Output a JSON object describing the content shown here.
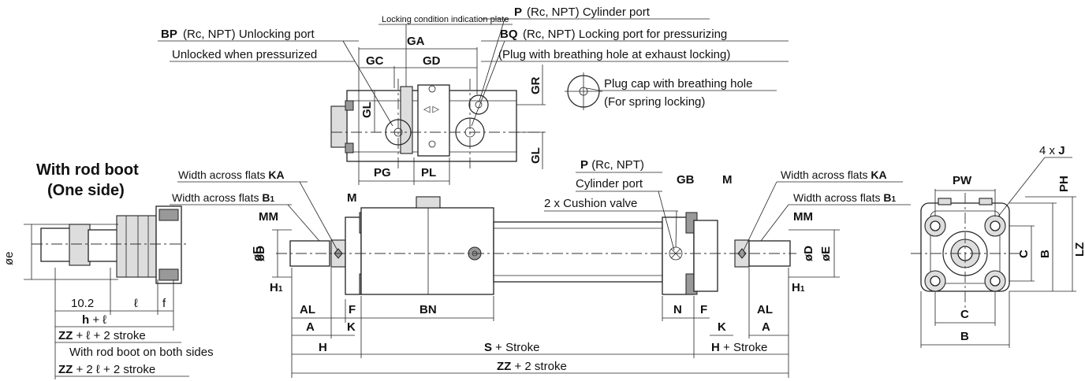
{
  "notes": {
    "bp": "(Rc, NPT) Unlocking port",
    "bp_code": "BP",
    "unlocked": "Unlocked when pressurized",
    "plate": "Locking condition indication plate",
    "p_top_code": "P",
    "p_top": "(Rc, NPT) Cylinder port",
    "bq_code": "BQ",
    "bq": "(Rc, NPT) Locking port for pressurizing",
    "plug_breath": "(Plug with breathing hole at exhaust locking)",
    "plug_cap": "Plug cap with breathing hole",
    "spring_lock": "(For spring locking)",
    "p_side_code": "P",
    "p_side": "(Rc, NPT)",
    "cyl_port": "Cylinder port",
    "cushion": "2 x Cushion valve",
    "waf_ka": "Width across flats",
    "waf_b1": "Width across flats",
    "rod_boot_1": "With rod boot",
    "rod_boot_2": "(One side)",
    "both_sides": "With rod boot on both sides"
  },
  "dims": {
    "GA": "GA",
    "GC": "GC",
    "GD": "GD",
    "GR": "GR",
    "GL": "GL",
    "PG": "PG",
    "PL": "PL",
    "KA": "KA",
    "B1": "B",
    "B1_sub": "1",
    "MM": "MM",
    "M": "M",
    "GB": "GB",
    "E": "øE",
    "D": "øD",
    "H1": "H",
    "H1_sub": "1",
    "AL": "AL",
    "A": "A",
    "F": "F",
    "K": "K",
    "H": "H",
    "BN": "BN",
    "N": "N",
    "S": "S",
    "S_rest": " + Stroke",
    "H_stroke": " + Stroke",
    "ZZ": "ZZ",
    "ZZ_rest": " + 2 stroke",
    "PW": "PW",
    "PH": "PH",
    "J_pre": "4 x ",
    "J": "J",
    "C": "C",
    "B": "B",
    "LZ": "LZ",
    "e": "øe",
    "v102": "10.2",
    "l": "ℓ",
    "f": "f",
    "h": "h",
    "h_rest": " + ",
    "zz_l_rest": " + ℓ + 2 stroke",
    "zz_2l_rest": " + 2 ℓ + 2 stroke"
  }
}
